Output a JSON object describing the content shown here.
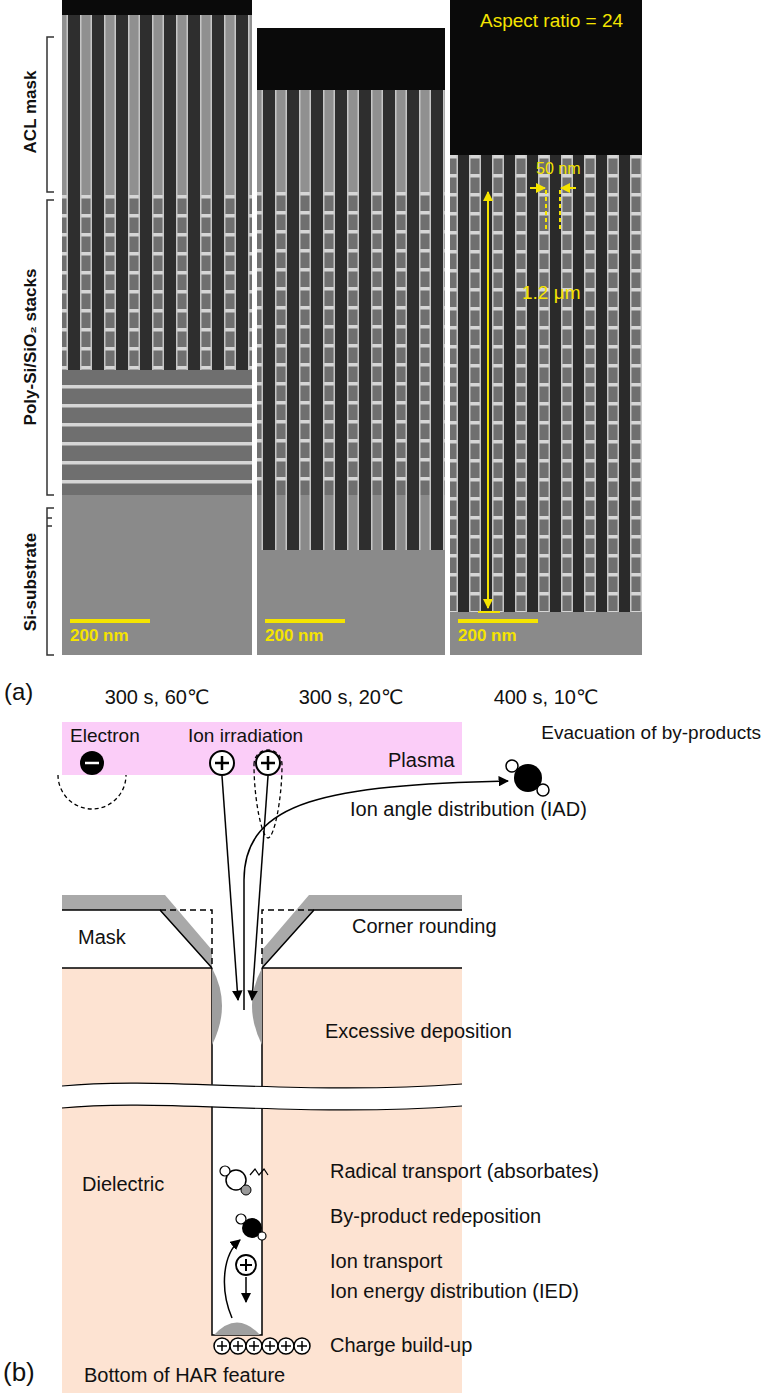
{
  "diagram": {
    "nodes": [
      {
        "text": [
          "Electron",
          "Ion irradiation",
          "Plasma"
        ]
      },
      {
        "text": [
          "Mask"
        ]
      },
      {
        "text": [
          "Dielectric",
          "Bottom of HAR feature"
        ]
      }
    ],
    "labels": [
      "ACL mask",
      "Poly-Si/SiO₂ stacks",
      "Si-substrate",
      "Aspect ratio = 24",
      "50 nm",
      "1.2 μm",
      "200 nm",
      "200 nm",
      "200 nm",
      "(a)",
      "300 s, 60℃",
      "300 s, 20℃",
      "400 s, 10℃",
      "Evacuation of by-products",
      "Ion angle distribution (IAD)",
      "Corner rounding",
      "Excessive deposition",
      "Radical transport (absorbates)",
      "By-product redeposition",
      "Ion transport",
      "Ion energy distribution (IED)",
      "Charge build-up",
      "(b)"
    ]
  }
}
